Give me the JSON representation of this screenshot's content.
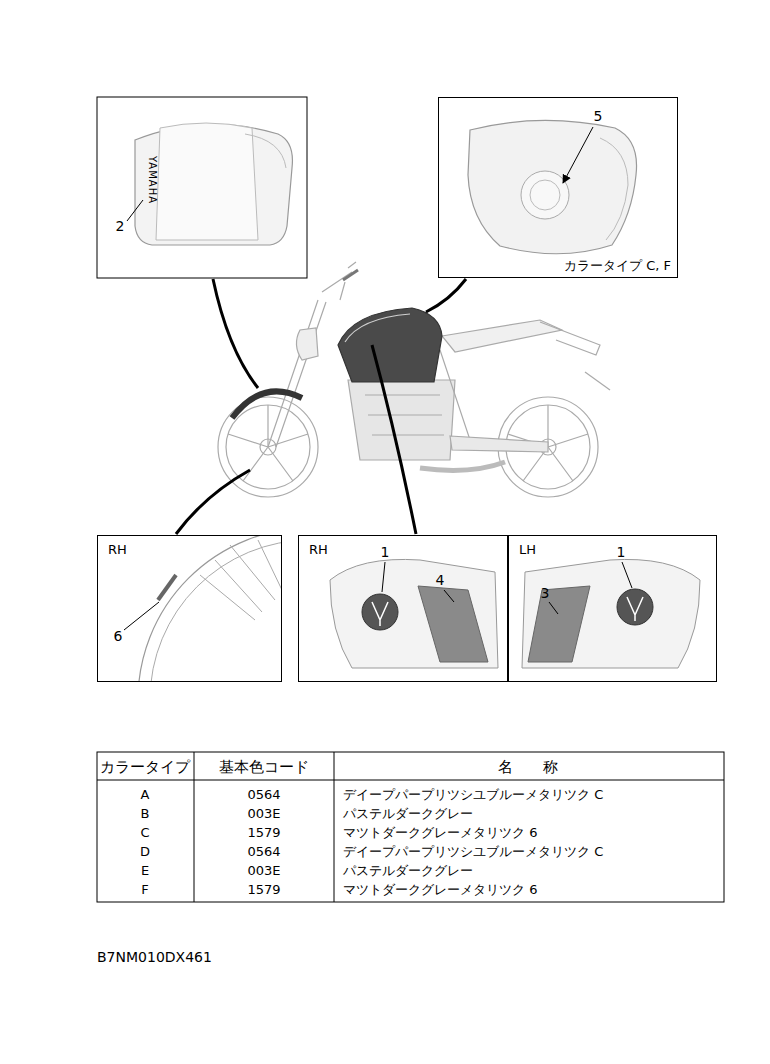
{
  "diagram": {
    "nodes": [
      {
        "text": [
          "カラータイプ C, F"
        ]
      },
      {
        "text": [
          "RH"
        ]
      },
      {
        "text": [
          "RH"
        ]
      },
      {
        "text": [
          "LH"
        ]
      }
    ],
    "labels": [
      "2",
      "YAMAHA",
      "5",
      "6",
      "1",
      "4",
      "1",
      "3",
      "カラータイプ",
      "基本色コード",
      "名　　称",
      "A",
      "0564",
      "デイープパープリツシユブルーメタリツク C",
      "B",
      "003E",
      "パステルダークグレー",
      "C",
      "1579",
      "マツトダークグレーメタリツク 6",
      "D",
      "0564",
      "デイープパープリツシユブルーメタリツク C",
      "E",
      "003E",
      "パステルダークグレー",
      "F",
      "1579",
      "マツトダークグレーメタリツク 6",
      "B7NM010DX461"
    ]
  }
}
